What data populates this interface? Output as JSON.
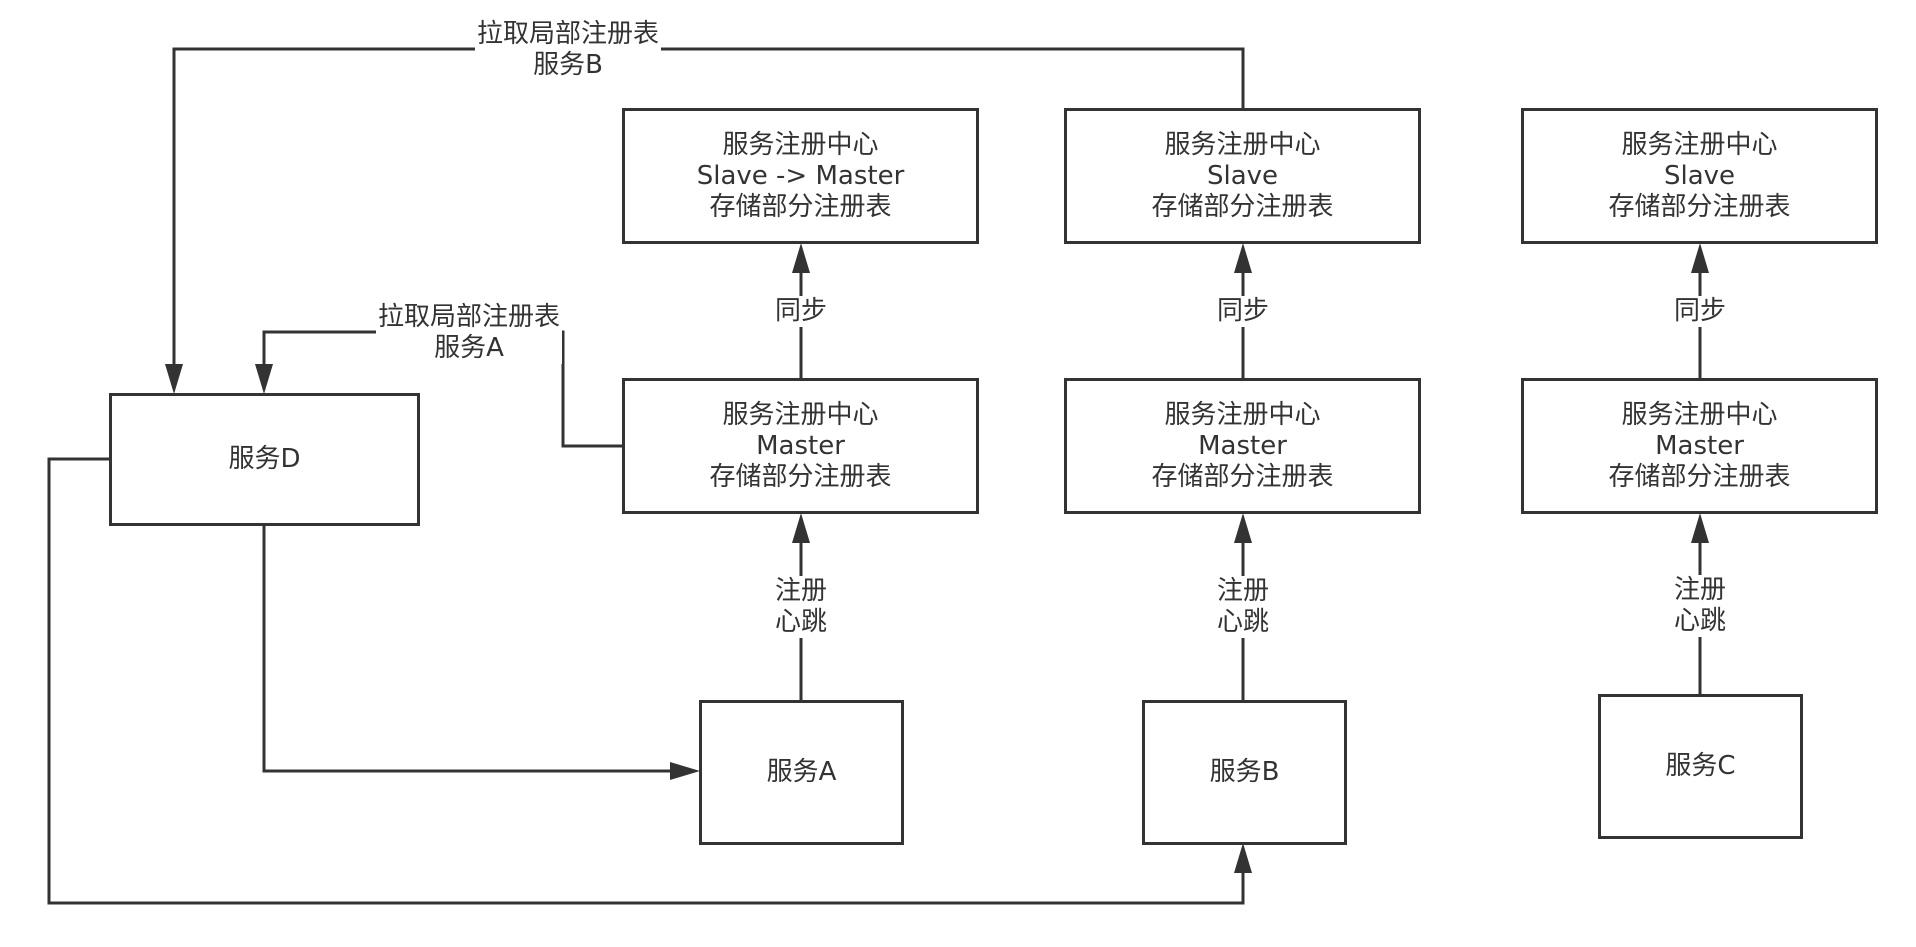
{
  "boxes": {
    "a_slave": {
      "line1": "服务注册中心",
      "line2": "Slave -> Master",
      "line3": "存储部分注册表"
    },
    "b_slave": {
      "line1": "服务注册中心",
      "line2": "Slave",
      "line3": "存储部分注册表"
    },
    "c_slave": {
      "line1": "服务注册中心",
      "line2": "Slave",
      "line3": "存储部分注册表"
    },
    "a_master": {
      "line1": "服务注册中心",
      "line2": "Master",
      "line3": "存储部分注册表"
    },
    "b_master": {
      "line1": "服务注册中心",
      "line2": "Master",
      "line3": "存储部分注册表"
    },
    "c_master": {
      "line1": "服务注册中心",
      "line2": "Master",
      "line3": "存储部分注册表"
    },
    "service_a": "服务A",
    "service_b": "服务B",
    "service_c": "服务C",
    "service_d": "服务D"
  },
  "edges": {
    "sync": "同步",
    "register_line1": "注册",
    "register_line2": "心跳",
    "pull_b_line1": "拉取局部注册表",
    "pull_b_line2": "服务B",
    "pull_a_line1": "拉取局部注册表",
    "pull_a_line2": "服务A"
  },
  "colors": {
    "stroke": "#333333",
    "background": "#ffffff"
  }
}
